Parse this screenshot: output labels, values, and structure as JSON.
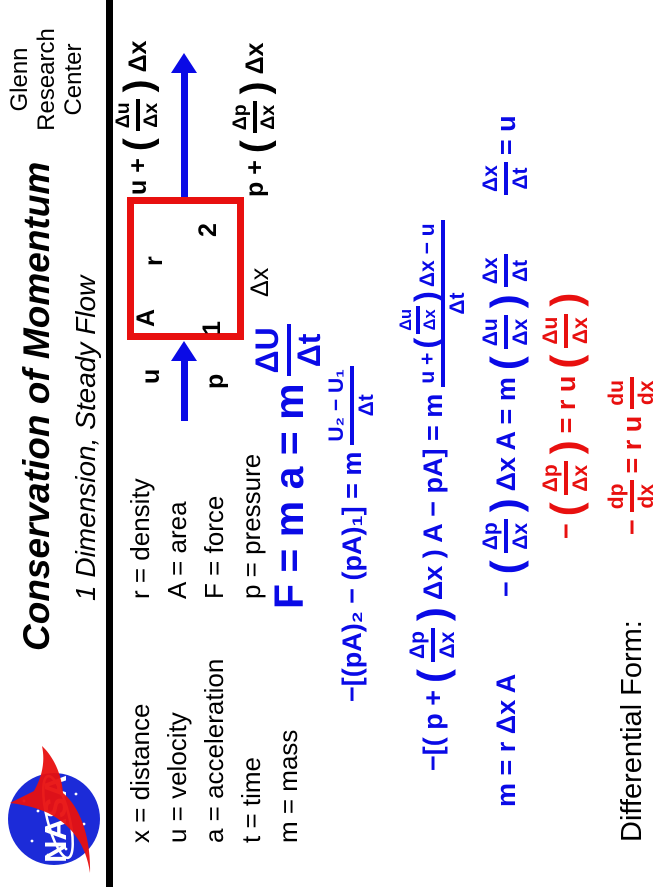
{
  "header": {
    "title": "Conservation of Momentum",
    "subtitle": "1 Dimension, Steady Flow",
    "org_lines": [
      "Glenn",
      "Research",
      "Center"
    ]
  },
  "logo": {
    "text": "NASA"
  },
  "definitions": {
    "col1": [
      "x = distance",
      "u = velocity",
      "a = acceleration",
      "t = time",
      "m = mass"
    ],
    "col2": [
      "r = density",
      "A = area",
      "F = force",
      "p = pressure"
    ]
  },
  "diagram": {
    "inlet_velocity": "u",
    "inlet_pressure": "p",
    "station1": "1",
    "station2": "2",
    "area": "A",
    "density": "r",
    "dx": "Δx",
    "exit_top": [
      "u +",
      {
        "p": "("
      },
      {
        "f": [
          [
            "Δu"
          ],
          [
            "Δx"
          ]
        ]
      },
      {
        "p": ")"
      },
      "Δx"
    ],
    "exit_bottom": [
      "p +",
      {
        "p": "("
      },
      {
        "f": [
          [
            "Δp"
          ],
          [
            "Δx"
          ]
        ]
      },
      {
        "p": ")"
      },
      "Δx"
    ]
  },
  "equations": [
    {
      "id": "eq1",
      "tokens": [
        "F = m a = m",
        {
          "f": [
            [
              "ΔU"
            ],
            [
              "Δt"
            ]
          ]
        }
      ]
    },
    {
      "id": "eq2",
      "tokens": [
        "−[(pA)₂ − (pA)₁] = m",
        {
          "f": [
            [
              "U₂ − U₁"
            ],
            [
              "Δt"
            ]
          ]
        }
      ]
    },
    {
      "id": "eq3",
      "tokens": [
        "−[( p +",
        {
          "p": "("
        },
        {
          "f": [
            [
              "Δp"
            ],
            [
              "Δx"
            ]
          ]
        },
        {
          "p": ")"
        },
        "Δx ) A − pA] = m",
        {
          "f": [
            [
              "u +",
              {
                "p": "("
              },
              {
                "f": [
                  [
                    "Δu"
                  ],
                  [
                    "Δx"
                  ]
                ]
              },
              {
                "p": ")"
              },
              "Δx − u"
            ],
            [
              "Δt"
            ]
          ]
        }
      ]
    },
    {
      "id": "eq4a",
      "tokens": [
        "m = r Δx A"
      ]
    },
    {
      "id": "eq4b",
      "tokens": [
        "−",
        {
          "p": "("
        },
        {
          "f": [
            [
              "Δp"
            ],
            [
              "Δx"
            ]
          ]
        },
        {
          "p": ")"
        },
        "Δx A = m",
        {
          "p": "("
        },
        {
          "f": [
            [
              "Δu"
            ],
            [
              "Δx"
            ]
          ]
        },
        {
          "p": ")"
        },
        {
          "f": [
            [
              "Δx"
            ],
            [
              "Δt"
            ]
          ]
        }
      ]
    },
    {
      "id": "eq4c",
      "tokens": [
        {
          "f": [
            [
              "Δx"
            ],
            [
              "Δt"
            ]
          ]
        },
        "= u"
      ]
    },
    {
      "id": "eq5",
      "tokens": [
        "−",
        {
          "p": "("
        },
        {
          "f": [
            [
              "Δp"
            ],
            [
              "Δx"
            ]
          ]
        },
        {
          "p": ")"
        },
        "= r u",
        {
          "p": "("
        },
        {
          "f": [
            [
              "Δu"
            ],
            [
              "Δx"
            ]
          ]
        },
        {
          "p": ")"
        }
      ]
    },
    {
      "id": "eq6",
      "tokens": [
        "−",
        {
          "f": [
            [
              "dp"
            ],
            [
              "dx"
            ]
          ]
        },
        "= r u",
        {
          "f": [
            [
              "du"
            ],
            [
              "dx"
            ]
          ]
        }
      ]
    }
  ],
  "footer": {
    "diff_label": "Differential Form:"
  },
  "colors": {
    "blue": "#0a0ae6",
    "red": "#e8100f",
    "black": "#000000"
  }
}
